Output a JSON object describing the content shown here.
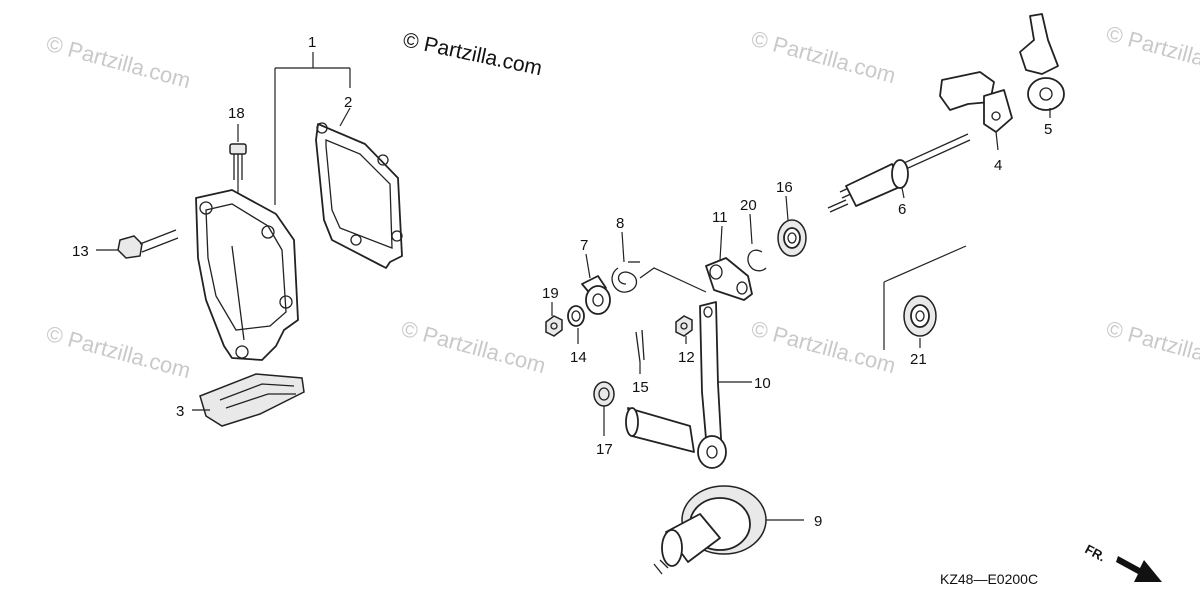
{
  "copyright": "© Partzilla.com",
  "watermark": "© Partzilla.com",
  "diagram_code": "KZ48—E0200C",
  "front_marker": {
    "label": "FR.",
    "icon": "front-arrow-icon"
  },
  "callouts": {
    "c1": "1",
    "c2": "2",
    "c3": "3",
    "c4": "4",
    "c5": "5",
    "c6": "6",
    "c7": "7",
    "c8": "8",
    "c9": "9",
    "c10": "10",
    "c11": "11",
    "c12": "12",
    "c13": "13",
    "c14": "14",
    "c15": "15",
    "c16": "16",
    "c17": "17",
    "c18": "18",
    "c19": "19",
    "c20": "20",
    "c21": "21"
  }
}
